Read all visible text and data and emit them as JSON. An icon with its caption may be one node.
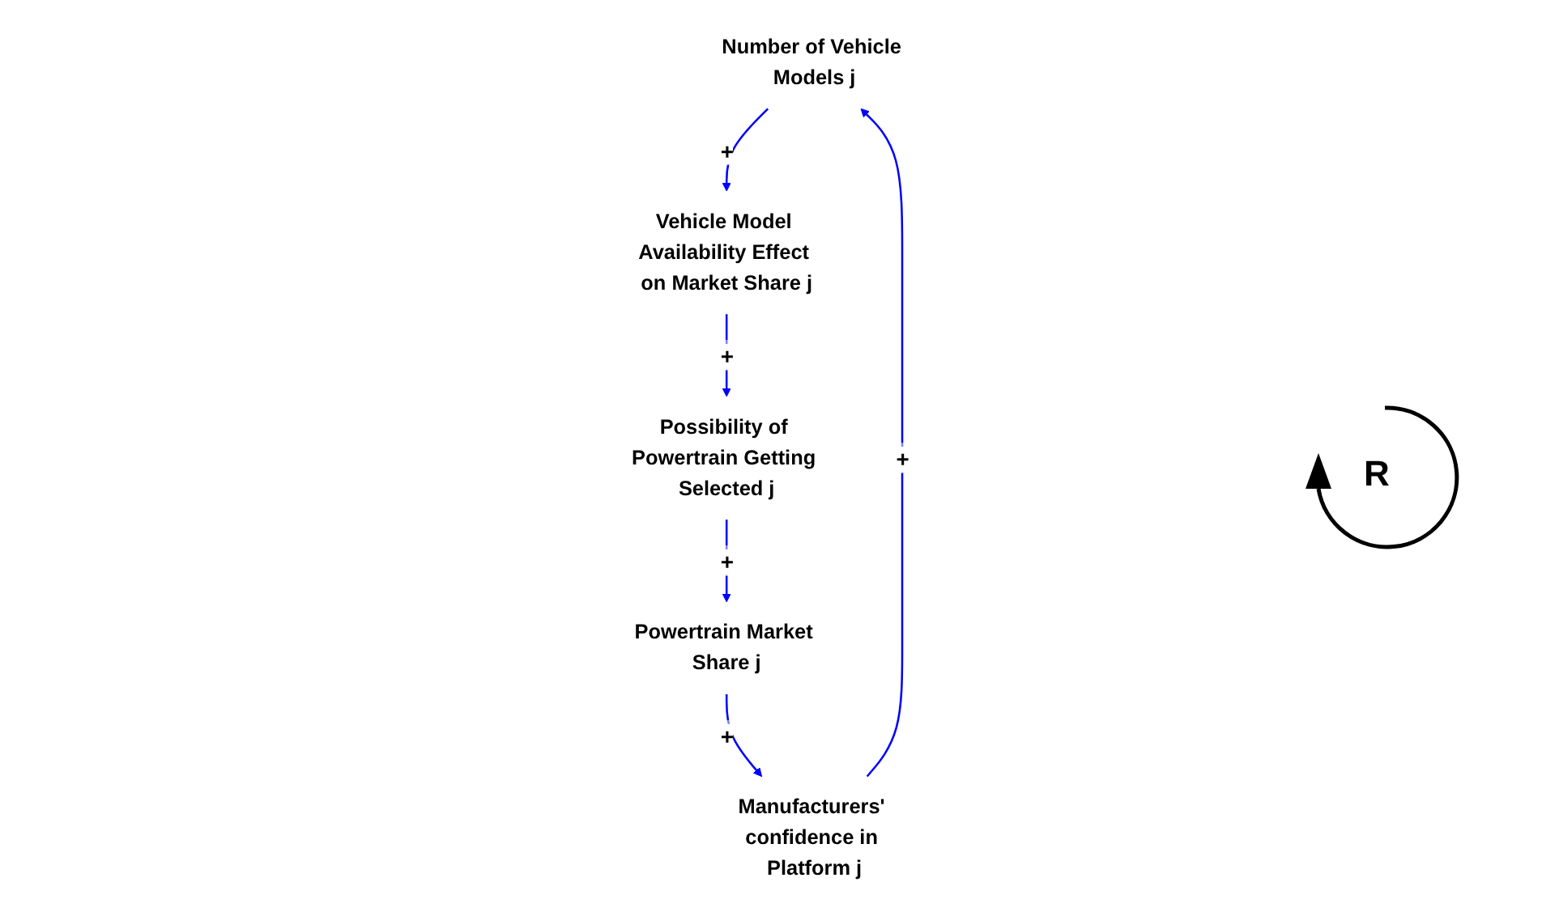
{
  "diagram": {
    "nodes": [
      {
        "text": [
          "Number of Vehicle Models j"
        ]
      },
      {
        "text": [
          "Vehicle Model Availability Effect on Market Share j"
        ]
      },
      {
        "text": [
          "Possibility of Powertrain Getting Selected j"
        ]
      },
      {
        "text": [
          "Powertrain Market Share j"
        ]
      },
      {
        "text": [
          "Manufacturers' confidence in Platform j"
        ]
      }
    ],
    "edges": [
      {
        "from": 0,
        "to": 1,
        "arrow": "to",
        "label": "+"
      },
      {
        "from": 1,
        "to": 2,
        "arrow": "to",
        "label": "+"
      },
      {
        "from": 2,
        "to": 3,
        "arrow": "to",
        "label": "+"
      },
      {
        "from": 3,
        "to": 4,
        "arrow": "to",
        "label": "+"
      },
      {
        "from": 4,
        "to": 0,
        "arrow": "to",
        "label": "+"
      }
    ],
    "labels": [
      "R"
    ]
  }
}
